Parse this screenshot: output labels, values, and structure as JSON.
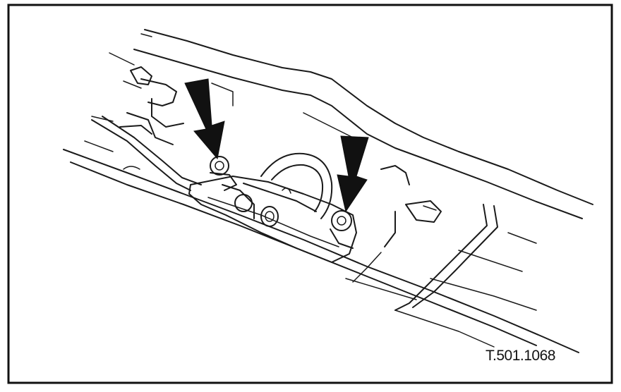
{
  "figure": {
    "reference_code": "T.501.1068",
    "callouts": [
      {
        "name": "arrow-left-bolt",
        "points_to": "bolt"
      },
      {
        "name": "arrow-right-bolt",
        "points_to": "bolt"
      }
    ]
  }
}
